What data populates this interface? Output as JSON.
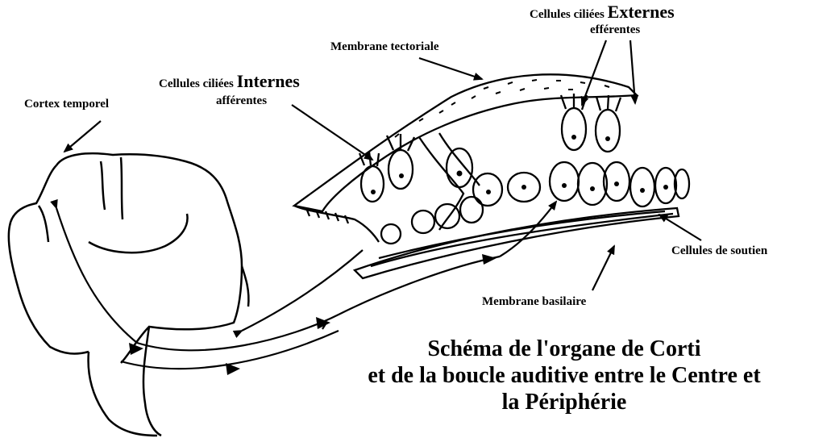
{
  "labels": {
    "cortex": "Cortex temporel",
    "tectorial": "Membrane tectoriale",
    "internes_prefix": "Cellules ciliées",
    "internes_big": "Internes",
    "internes_sub": "afférentes",
    "externes_prefix": "Cellules ciliées",
    "externes_big": "Externes",
    "externes_sub": "efférentes",
    "soutien": "Cellules de soutien",
    "basilaire": "Membrane basilaire"
  },
  "title": {
    "line1": "Schéma de l'organe de Corti",
    "line2": "et de la boucle auditive entre le Centre et",
    "line3": "la Périphérie"
  }
}
